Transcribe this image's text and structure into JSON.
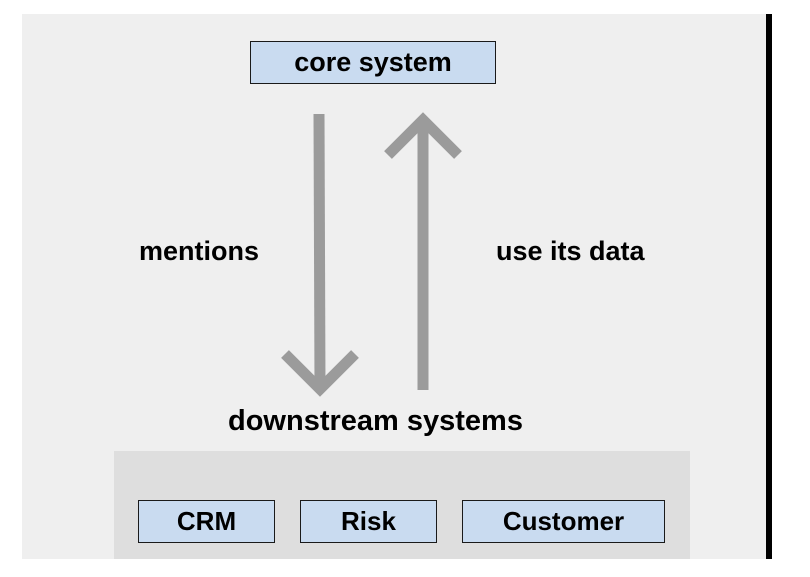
{
  "core": {
    "label": "core system"
  },
  "edges": {
    "down_label": "mentions",
    "up_label": "use its data"
  },
  "downstream": {
    "title": "downstream systems",
    "systems": [
      "CRM",
      "Risk",
      "Customer"
    ]
  },
  "colors": {
    "background": "#efefef",
    "box_fill": "#c9dbf0",
    "tray_fill": "#dedede",
    "arrow": "#9b9b9b"
  }
}
